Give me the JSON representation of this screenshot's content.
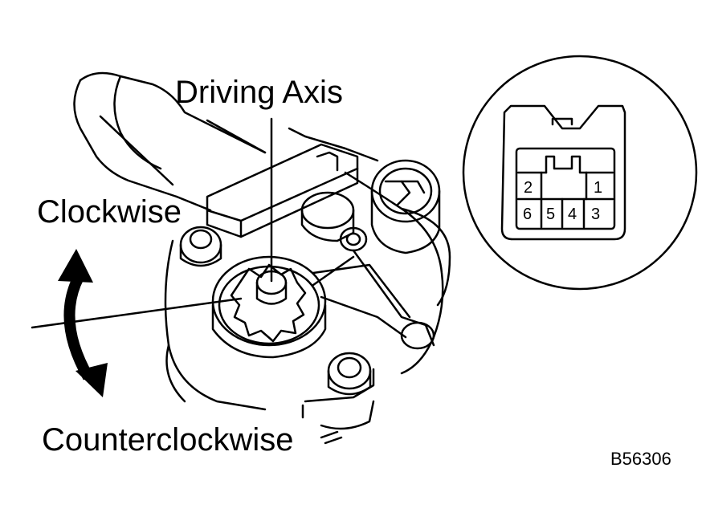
{
  "labels": {
    "driving_axis": "Driving Axis",
    "clockwise": "Clockwise",
    "counterclockwise": "Counterclockwise",
    "figure_code": "B56306"
  },
  "connector": {
    "pins_top": [
      "2",
      "1"
    ],
    "pins_bottom": [
      "6",
      "5",
      "4",
      "3"
    ]
  },
  "colors": {
    "line": "#000000",
    "background": "#ffffff"
  }
}
